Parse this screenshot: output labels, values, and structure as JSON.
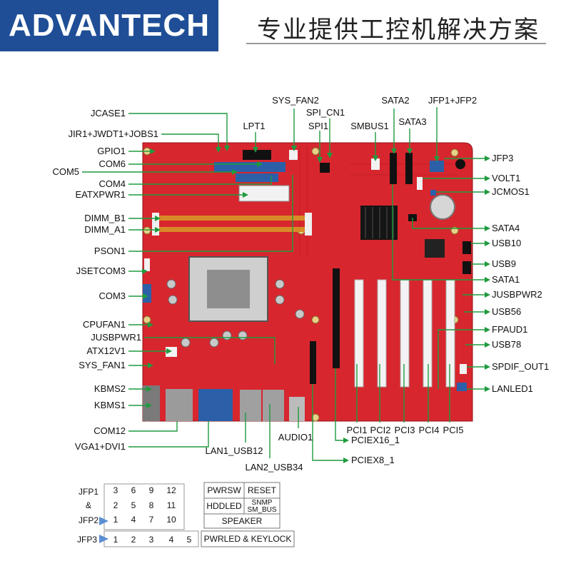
{
  "header": {
    "logo_text": "ADVANTECH",
    "slogan": "专业提供工控机解决方案"
  },
  "colors": {
    "board": "#d8262e",
    "board_dark": "#b11a22",
    "leader": "#1f9b3f",
    "logo_bg": "#1f4e96"
  },
  "labels": {
    "jcase1": "JCASE1",
    "jir1": "JIR1+JWDT1+JOBS1",
    "gpio1": "GPIO1",
    "com6": "COM6",
    "com5": "COM5",
    "com4": "COM4",
    "eatxpwr1": "EATXPWR1",
    "dimm_b1": "DIMM_B1",
    "dimm_a1": "DIMM_A1",
    "pson1": "PSON1",
    "jsetcom3": "JSETCOM3",
    "com3": "COM3",
    "cpufan1": "CPUFAN1",
    "jusbpwr1": "JUSBPWR1",
    "atx12v1": "ATX12V1",
    "sys_fan1": "SYS_FAN1",
    "kbms2": "KBMS2",
    "kbms1": "KBMS1",
    "com12": "COM12",
    "vga1": "VGA1+DVI1",
    "lan1": "LAN1_USB12",
    "lan2": "LAN2_USB34",
    "audio1": "AUDIO1",
    "pciex16": "PCIEX16_1",
    "pciex8": "PCIEX8_1",
    "pci1": "PCI1",
    "pci2": "PCI2",
    "pci3": "PCI3",
    "pci4": "PCI4",
    "pci5": "PCI5",
    "lpt1": "LPT1",
    "sys_fan2": "SYS_FAN2",
    "spi_cn1": "SPI_CN1",
    "spi1": "SPI1",
    "smbus1": "SMBUS1",
    "sata2": "SATA2",
    "sata3": "SATA3",
    "jfp1": "JFP1+JFP2",
    "jfp3": "JFP3",
    "volt1": "VOLT1",
    "jcmos1": "JCMOS1",
    "sata4": "SATA4",
    "usb10": "USB10",
    "usb9": "USB9",
    "sata1": "SATA1",
    "jusbpwr2": "JUSBPWR2",
    "usb56": "USB56",
    "fpaud1": "FPAUD1",
    "usb78": "USB78",
    "spdif": "SPDIF_OUT1",
    "lanled1": "LANLED1"
  },
  "pin_table": {
    "jfp1_label": "JFP1",
    "amp_label": "&",
    "jfp2_label": "JFP2",
    "jfp3_label": "JFP3",
    "row1": [
      "3",
      "6",
      "9",
      "12"
    ],
    "row2": [
      "2",
      "5",
      "8",
      "11"
    ],
    "row3": [
      "1",
      "4",
      "7",
      "10"
    ],
    "row_jfp3": [
      "1",
      "2",
      "3",
      "4",
      "5"
    ]
  },
  "func_table": {
    "pwrsw": "PWRSW",
    "reset": "RESET",
    "hddled": "HDDLED",
    "snmp": "SNMP",
    "smbus": "SM_BUS",
    "speaker": "SPEAKER",
    "pwrled": "PWRLED & KEYLOCK"
  }
}
